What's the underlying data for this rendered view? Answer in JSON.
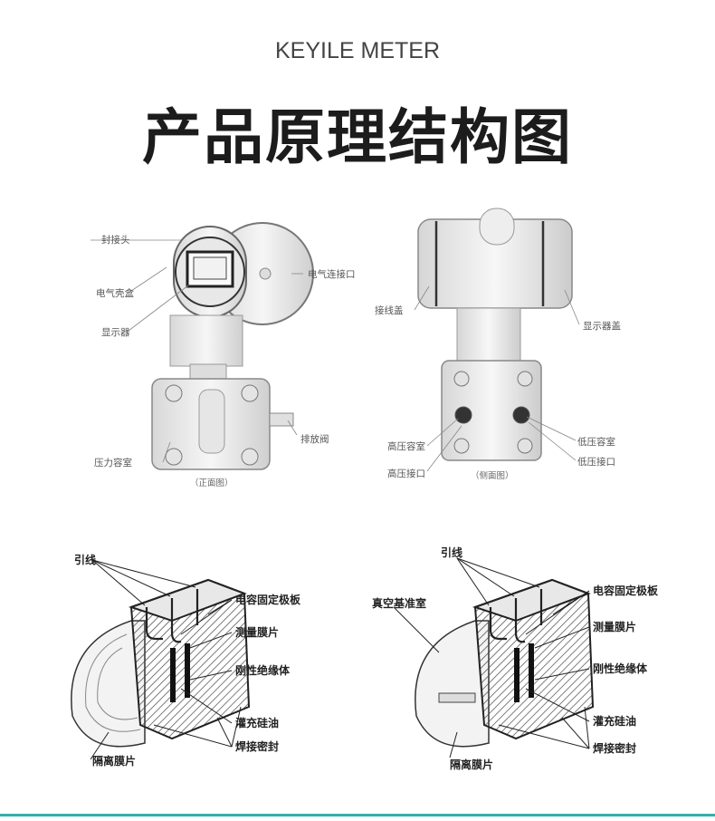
{
  "header": {
    "brand": "KEYILE METER",
    "title": "产品原理结构图"
  },
  "front_view": {
    "caption": "（正面图）",
    "labels": {
      "terminal_head": "封接头",
      "electrical_housing": "电气壳盒",
      "display": "显示器",
      "electrical_port": "电气连接口",
      "drain_valve": "排放阀",
      "pressure_chamber": "压力容室"
    }
  },
  "side_view": {
    "caption": "（侧面图）",
    "labels": {
      "terminal_cover": "接线盖",
      "display_cover": "显示器盖",
      "high_pressure_chamber": "高压容室",
      "high_pressure_port": "高压接口",
      "low_pressure_chamber": "低压容室",
      "low_pressure_port": "低压接口"
    }
  },
  "left_section": {
    "labels": {
      "lead_wire": "引线",
      "capacitor_plate": "电容固定极板",
      "measuring_diaphragm": "测量膜片",
      "rigid_insulator": "刚性绝缘体",
      "silicone_oil": "灌充硅油",
      "welded_seal": "焊接密封",
      "isolation_diaphragm": "隔离膜片"
    }
  },
  "right_section": {
    "labels": {
      "lead_wire": "引线",
      "vacuum_chamber": "真空基准室",
      "capacitor_plate": "电容固定极板",
      "measuring_diaphragm": "测量膜片",
      "rigid_insulator": "刚性绝缘体",
      "silicone_oil": "灌充硅油",
      "welded_seal": "焊接密封",
      "isolation_diaphragm": "隔离膜片"
    }
  },
  "colors": {
    "accent_line": "#33b0a8",
    "title": "#1c1c1c"
  }
}
